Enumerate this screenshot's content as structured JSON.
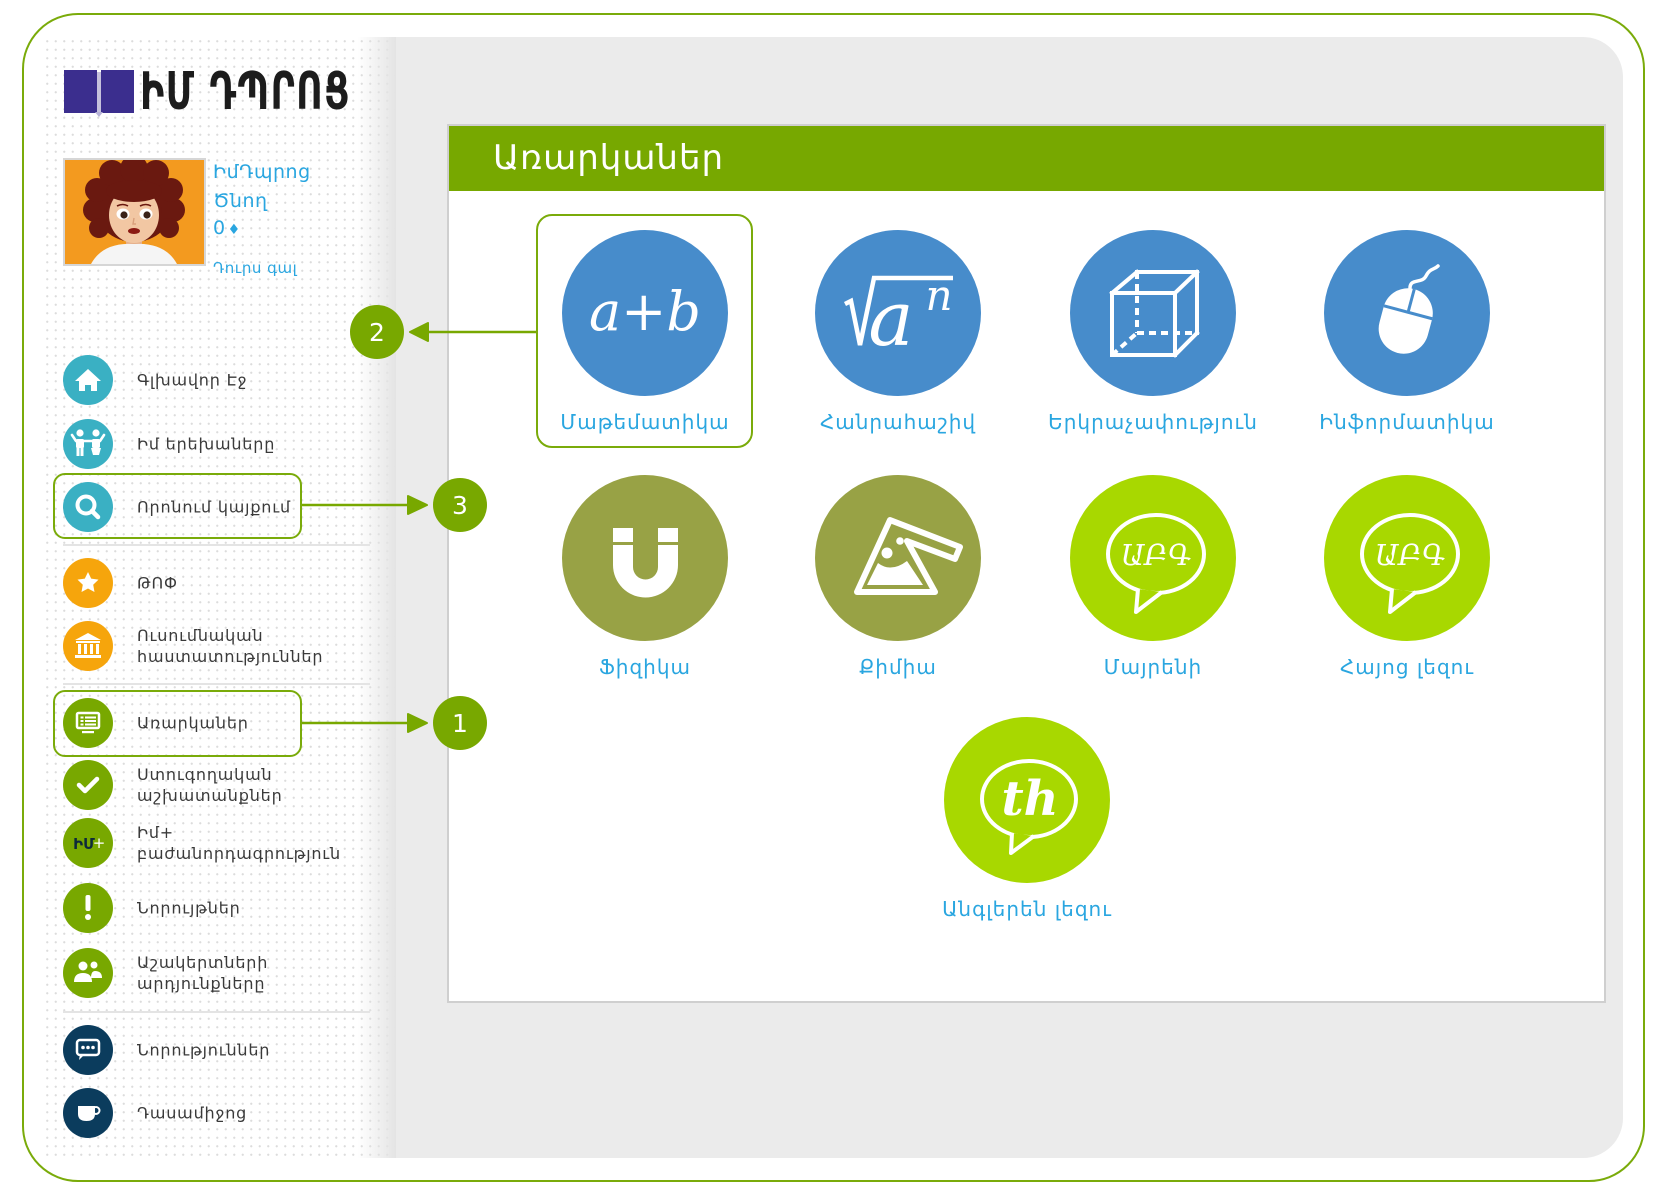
{
  "app": {
    "logo_text": "ԻՄ ԴՊՐՈՑ"
  },
  "profile": {
    "name": "ԻմԴպրոց",
    "role": "Ծնող",
    "points": "0",
    "points_icon": "♦",
    "logout": "Դուրս գալ"
  },
  "nav": {
    "items": [
      {
        "label": "Գլխավոր Էջ",
        "icon": "home-icon",
        "color": "#3ab0c3"
      },
      {
        "label": "Իմ երեխաները",
        "icon": "children-icon",
        "color": "#3ab0c3"
      },
      {
        "label": "Որոնում կայքում",
        "icon": "search-icon",
        "color": "#3ab0c3",
        "highlighted": true
      },
      {
        "label": "ԹՈՓ",
        "icon": "star-icon",
        "color": "#f6a50c"
      },
      {
        "label": "Ուսումնական\nհաստատություններ",
        "icon": "institution-icon",
        "color": "#f6a50c"
      },
      {
        "label": "Առարկաներ",
        "icon": "subjects-icon",
        "color": "#78a800",
        "highlighted": true
      },
      {
        "label": "Ստուգողական\nաշխատանքներ",
        "icon": "check-icon",
        "color": "#78a800"
      },
      {
        "label": "Իմ+ բաժանորդագրություն",
        "icon": "subscription-icon",
        "icon_text": "ԻՄ",
        "icon_suffix": "+",
        "color": "#78a800"
      },
      {
        "label": "Նորույթներ",
        "icon": "exclamation-icon",
        "color": "#78a800"
      },
      {
        "label": "Աշակերտների\nարդյունքները",
        "icon": "students-icon",
        "color": "#78a800"
      },
      {
        "label": "Նորություններ",
        "icon": "chat-icon",
        "color": "#0b3c5d"
      },
      {
        "label": "Դասամիջոց",
        "icon": "cup-icon",
        "color": "#0b3c5d"
      }
    ]
  },
  "panel": {
    "title": "Առարկաներ",
    "subjects": [
      {
        "label": "Մաթեմատիկա",
        "icon": "math-formula-icon",
        "icon_text": "a+b",
        "color": "#478ccb",
        "highlighted": true
      },
      {
        "label": "Հանրահաշիվ",
        "icon": "square-root-icon",
        "icon_text": "a",
        "icon_sup": "n",
        "color": "#478ccb"
      },
      {
        "label": "Երկրաչափություն",
        "icon": "cube-icon",
        "color": "#478ccb"
      },
      {
        "label": "Ինֆորմատիկա",
        "icon": "computer-mouse-icon",
        "color": "#478ccb"
      },
      {
        "label": "Ֆիզիկա",
        "icon": "magnet-icon",
        "color": "#98a245"
      },
      {
        "label": "Քիմիա",
        "icon": "flask-icon",
        "color": "#98a245"
      },
      {
        "label": "Մայրենի",
        "icon": "speech-bubble-icon",
        "icon_text": "ԱԲԳ",
        "color": "#a8d800"
      },
      {
        "label": "Հայոց լեզու",
        "icon": "speech-bubble-icon",
        "icon_text": "ԱԲԳ",
        "color": "#a8d800"
      },
      {
        "label": "Անգլերեն լեզու",
        "icon": "speech-bubble-icon",
        "icon_text": "th",
        "color": "#a8d800"
      }
    ]
  },
  "annotations": [
    {
      "number": "1"
    },
    {
      "number": "2"
    },
    {
      "number": "3"
    }
  ],
  "theme": {
    "accent": "#78a800",
    "frame": "#7aab0a",
    "link": "#2aa6e0",
    "content_bg": "#ebebeb",
    "logo_book": "#3b2e8e"
  }
}
